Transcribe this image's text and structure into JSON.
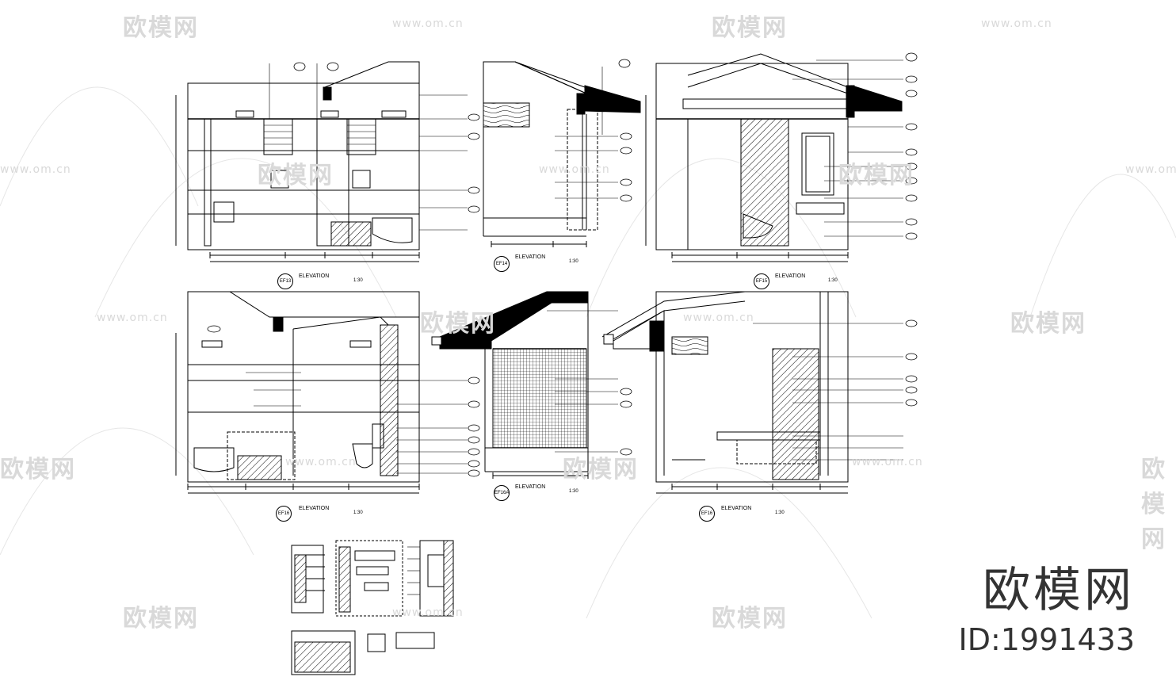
{
  "watermark": {
    "text": "欧模网",
    "url": "www.om.cn"
  },
  "brand": {
    "name": "欧模网",
    "id": "ID:1991433"
  },
  "drawings": {
    "elevation_title": "ELEVATION",
    "elevations": [
      {
        "num": "EF13",
        "scale": "1:30"
      },
      {
        "num": "EF14",
        "scale": "1:30"
      },
      {
        "num": "EF15",
        "scale": "1:30"
      },
      {
        "num": "EF16",
        "scale": "1:30"
      },
      {
        "num": "EF16A",
        "scale": "1:30"
      },
      {
        "num": "EF16",
        "scale": "1:30"
      }
    ]
  },
  "colors": {
    "line": "#000000",
    "watermark": "#d9d9d9",
    "brand": "#333333"
  }
}
